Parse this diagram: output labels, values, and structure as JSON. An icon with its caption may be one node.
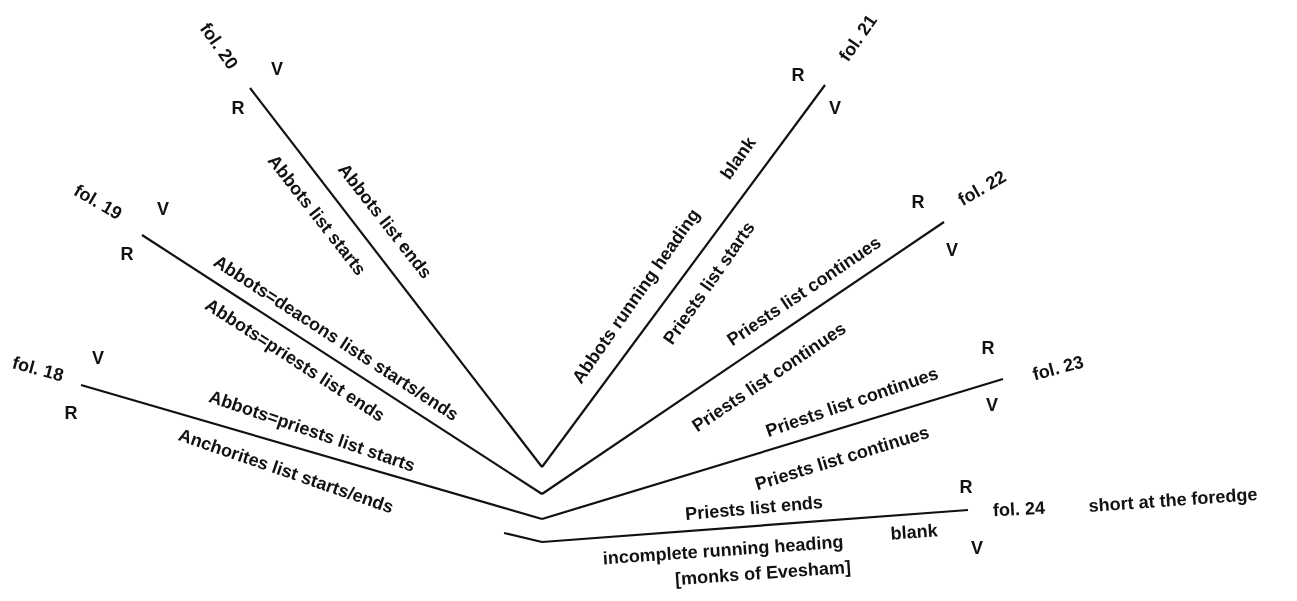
{
  "diagram": {
    "labels": [
      "fol. 20",
      "V",
      "R",
      "Abbots list ends",
      "Abbots list starts",
      "R",
      "fol. 21",
      "V",
      "Abbots running heading",
      "blank",
      "Priests list starts",
      "fol. 19",
      "V",
      "R",
      "Abbots=deacons lists starts/ends",
      "Abbots=priests list ends",
      "R",
      "fol. 22",
      "V",
      "Priests list continues",
      "Priests list continues",
      "fol. 18",
      "V",
      "R",
      "Abbots=priests list starts",
      "Anchorites list starts/ends",
      "R",
      "fol. 23",
      "V",
      "Priests list continues",
      "Priests list continues",
      "Priests list ends",
      "R",
      "fol. 24",
      "short at the foredge",
      "incomplete running heading",
      "blank",
      "V",
      "[monks of Evesham]"
    ]
  }
}
